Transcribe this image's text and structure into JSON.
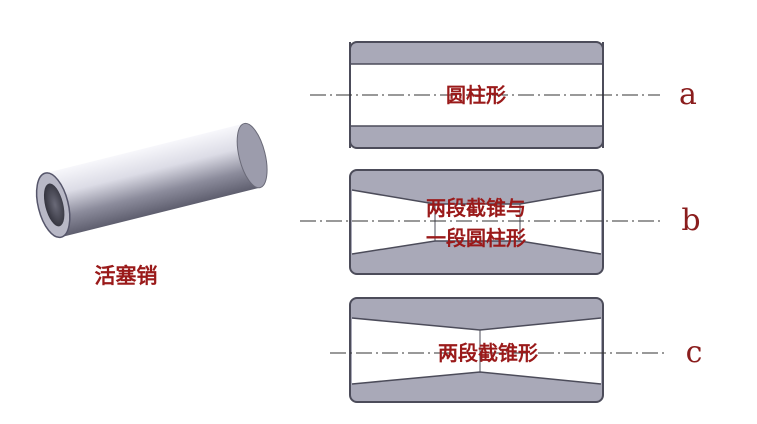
{
  "piston_pin_label": "活塞销",
  "shapes": [
    {
      "id": "a",
      "lines": [
        "圆柱形"
      ]
    },
    {
      "id": "b",
      "lines": [
        "两段截锥与",
        "一段圆柱形"
      ]
    },
    {
      "id": "c",
      "lines": [
        "两段截锥形"
      ]
    }
  ],
  "colors": {
    "label": "#9a1a1a",
    "wall": "#a9a9b8",
    "outline": "#4c4c5a",
    "axis": "#333333"
  }
}
